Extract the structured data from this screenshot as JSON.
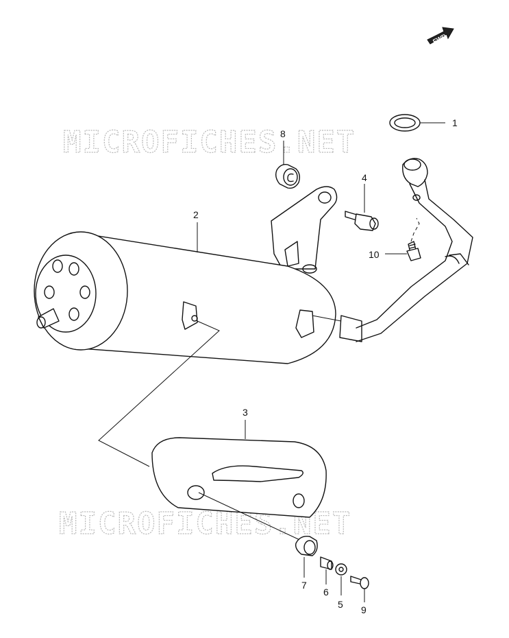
{
  "watermark": "MICROFICHES.NET",
  "forward_indicator": "FWD",
  "callouts": [
    {
      "id": "1",
      "part": "gasket"
    },
    {
      "id": "2",
      "part": "muffler"
    },
    {
      "id": "3",
      "part": "muffler-protector"
    },
    {
      "id": "4",
      "part": "bolt"
    },
    {
      "id": "5",
      "part": "washer"
    },
    {
      "id": "6",
      "part": "spacer"
    },
    {
      "id": "7",
      "part": "cushion"
    },
    {
      "id": "8",
      "part": "cushion"
    },
    {
      "id": "9",
      "part": "screw"
    },
    {
      "id": "10",
      "part": "bolt"
    }
  ]
}
